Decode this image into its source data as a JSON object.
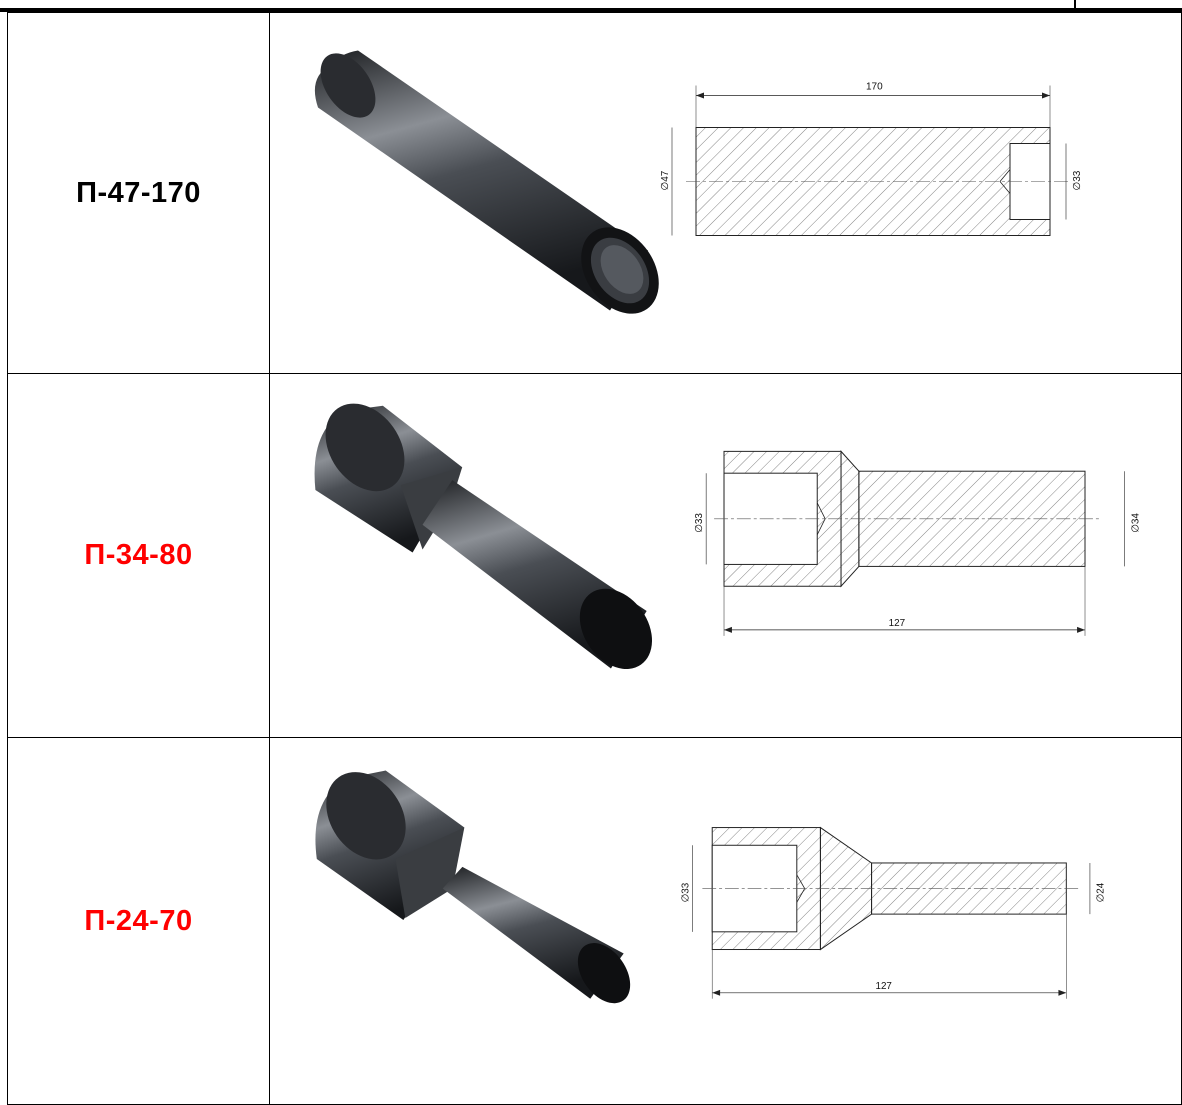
{
  "rows": [
    {
      "code": "П-47-170",
      "code_color": "#000000",
      "drawing": {
        "length": "170",
        "outer_diameter": "∅47",
        "inner_diameter": "∅33"
      }
    },
    {
      "code": "П-34-80",
      "code_color": "#ff0000",
      "drawing": {
        "length": "127",
        "left_diameter": "∅33",
        "right_diameter": "∅34"
      }
    },
    {
      "code": "П-24-70",
      "code_color": "#ff0000",
      "drawing": {
        "length": "127",
        "left_diameter": "∅33",
        "right_diameter": "∅24"
      }
    }
  ]
}
